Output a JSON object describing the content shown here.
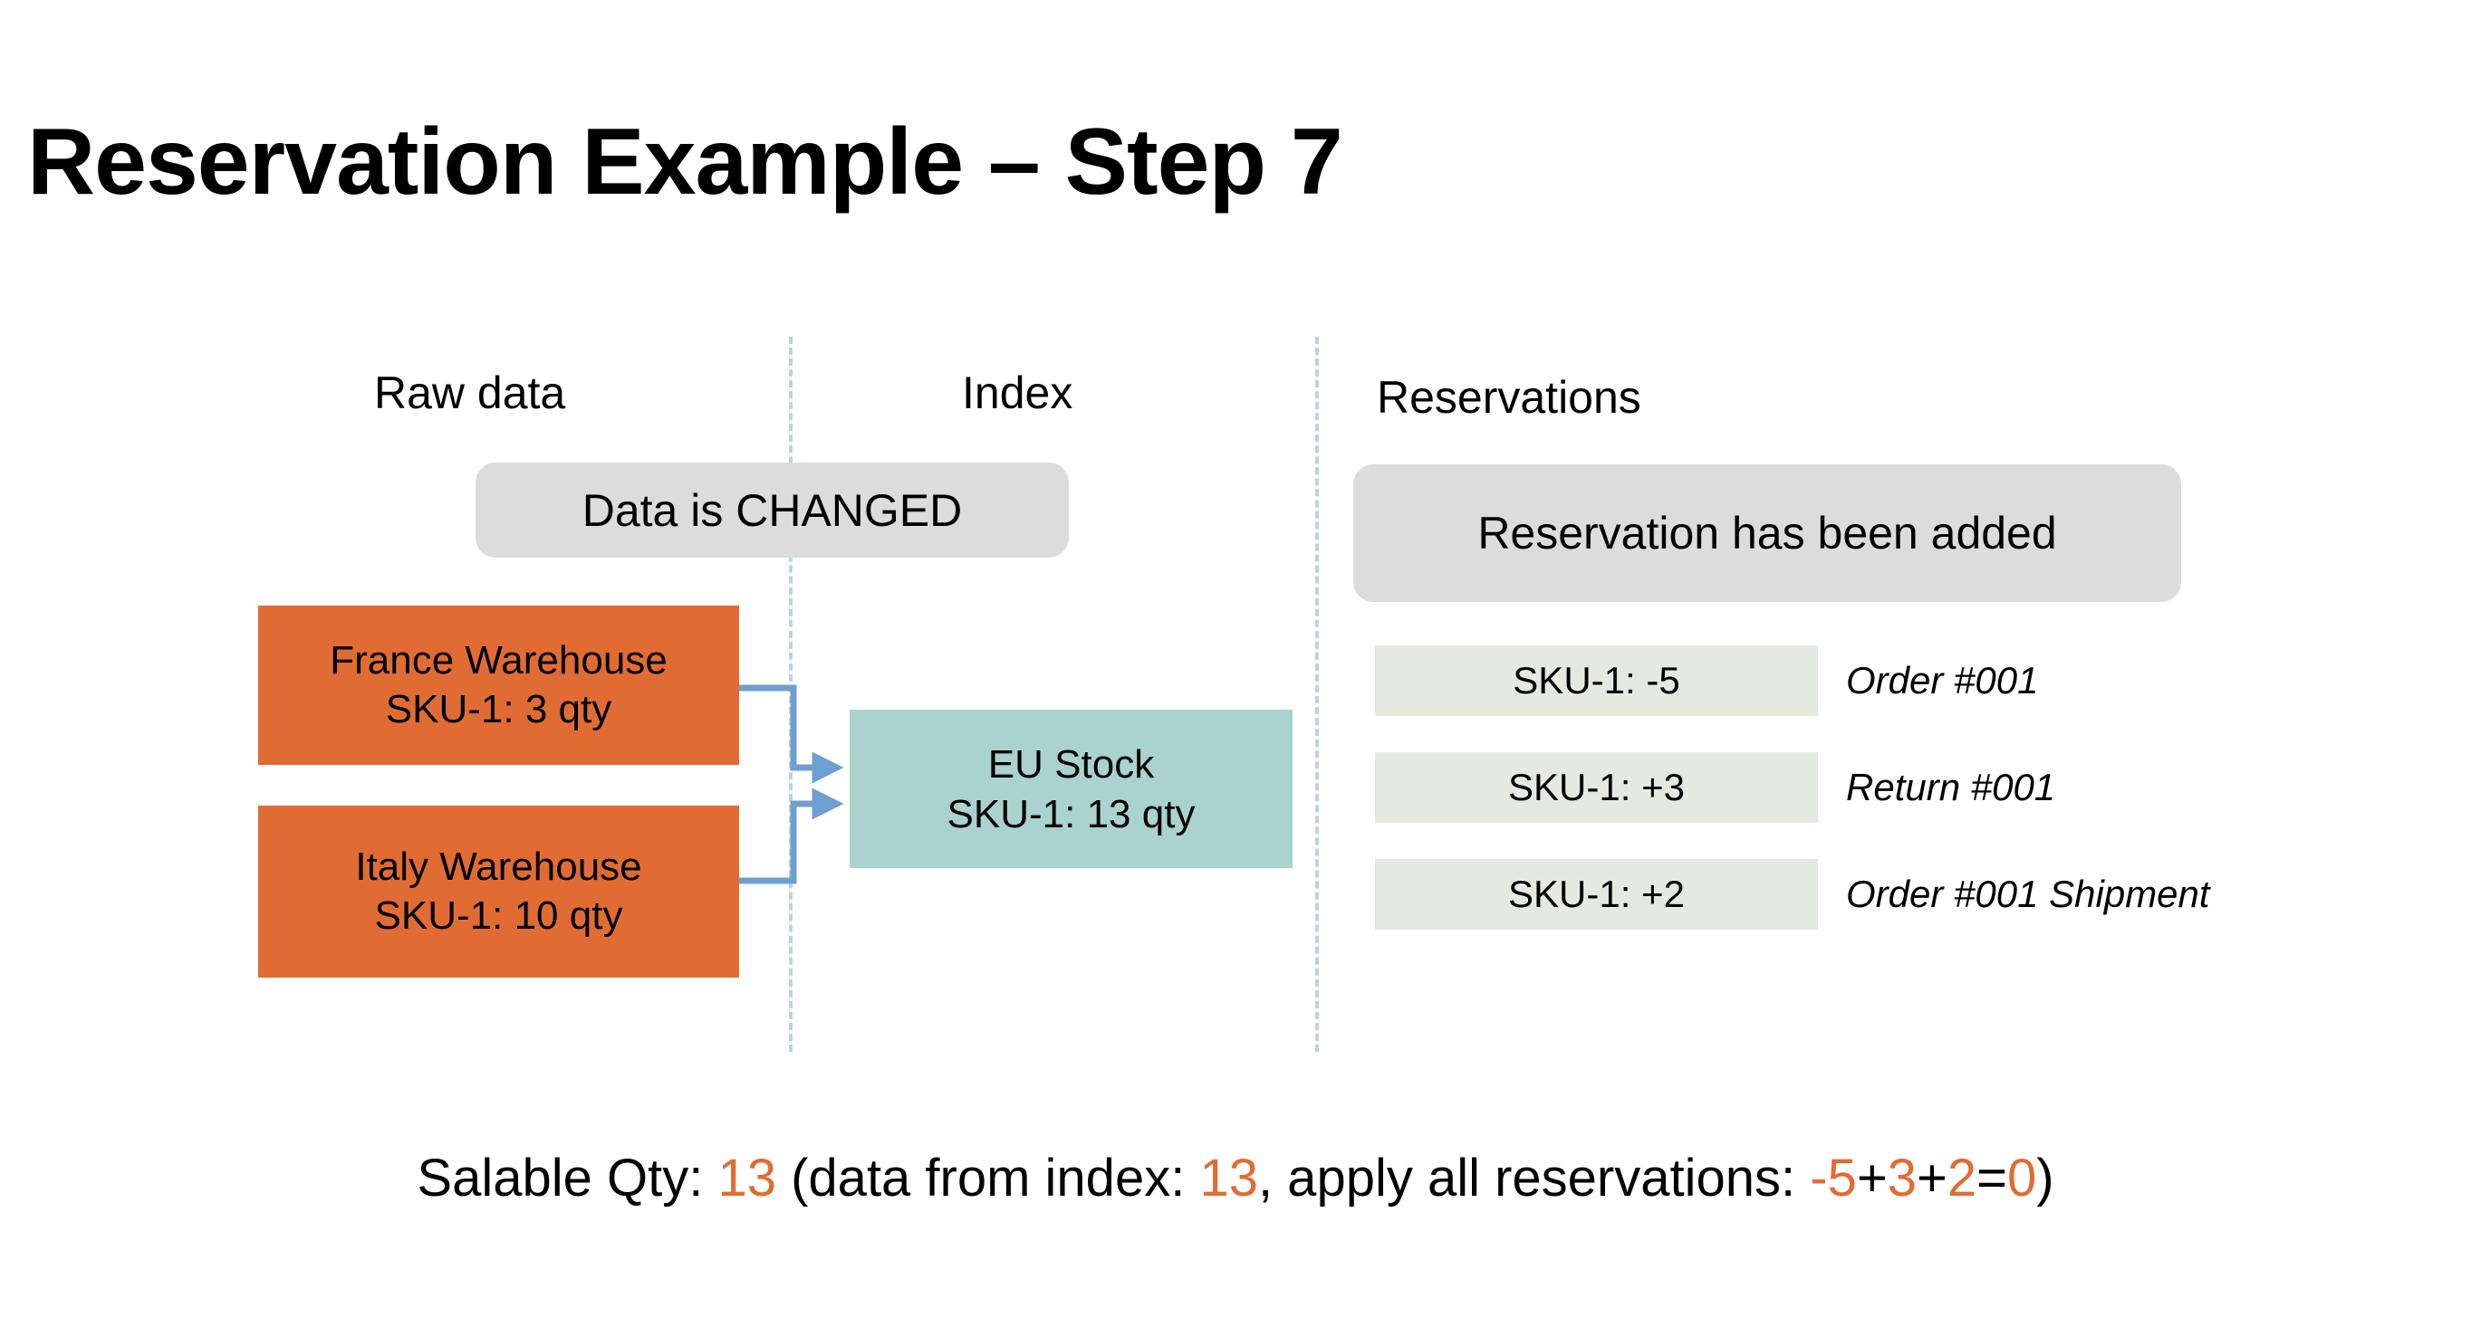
{
  "slide": {
    "title": "Reservation Example – Step 7"
  },
  "columns": {
    "raw_data_label": "Raw data",
    "index_label": "Index",
    "reservations_label": "Reservations"
  },
  "banners": {
    "data_changed": "Data is CHANGED",
    "reservation_added": "Reservation has been added"
  },
  "raw_data": {
    "boxes": [
      {
        "name": "France Warehouse",
        "qty": "SKU-1: 3 qty"
      },
      {
        "name": "Italy Warehouse",
        "qty": "SKU-1: 10 qty"
      }
    ]
  },
  "index": {
    "box": {
      "name": "EU Stock",
      "qty": "SKU-1: 13 qty"
    }
  },
  "reservations": {
    "rows": [
      {
        "amount": "SKU-1: -5",
        "note": "Order #001"
      },
      {
        "amount": "SKU-1: +3",
        "note": "Return #001"
      },
      {
        "amount": "SKU-1: +2",
        "note": "Order #001 Shipment"
      }
    ]
  },
  "caption": {
    "prefix": "Salable Qty: ",
    "salable_qty": "13",
    "mid_1": " (data from index: ",
    "index_qty": "13",
    "mid_2": ", apply all reservations: ",
    "r1": "-5",
    "op1": "+",
    "r2": "3",
    "op2": "+",
    "r3": "2",
    "eq": "=",
    "total": "0",
    "suffix": ")"
  },
  "colors": {
    "warehouse": "#e06c34",
    "index": "#a9d3cc",
    "reservation": "#e4eae0",
    "banner": "#dcdcdc",
    "connector": "#6f9fd0",
    "divider": "#b9d2e8",
    "accent": "#e06c34"
  }
}
